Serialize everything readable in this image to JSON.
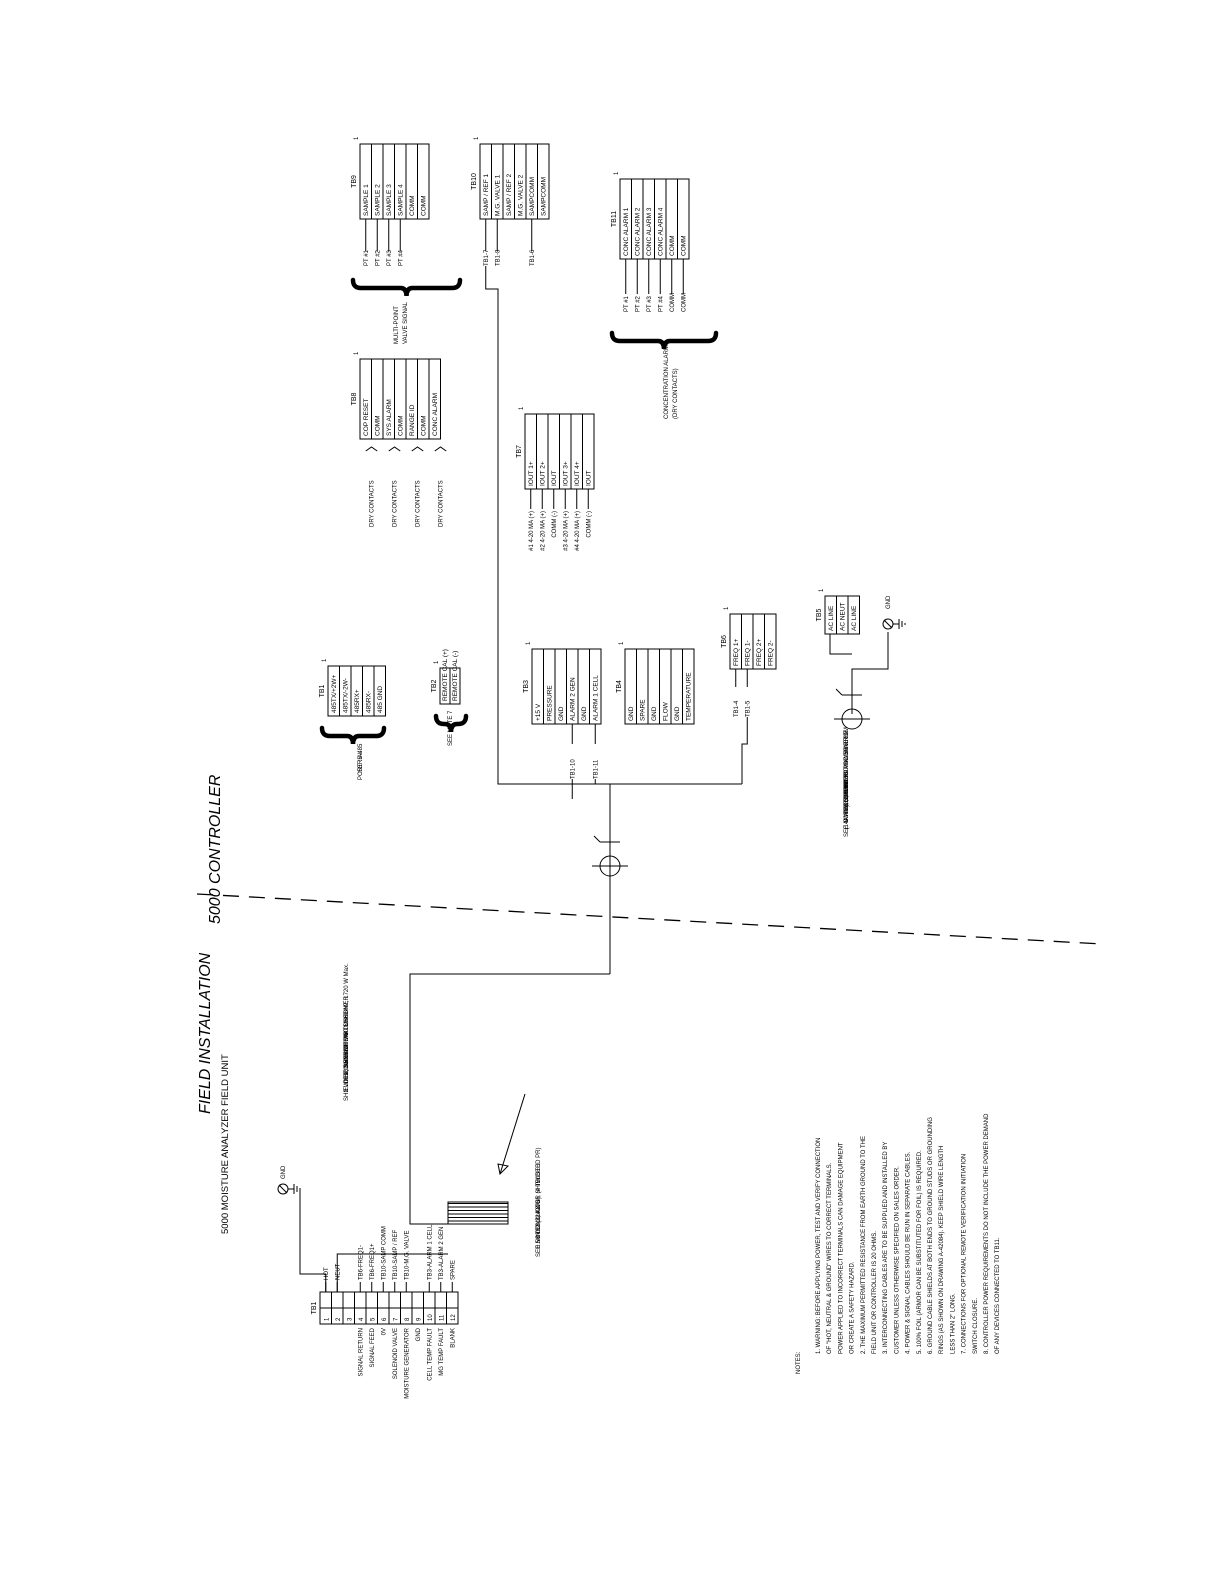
{
  "titles": {
    "controller": "5000 CONTROLLER",
    "field": "FIELD INSTALLATION",
    "field_sub": "5000 MOISTURE ANALYZER FIELD UNIT"
  },
  "tb9": {
    "name": "TB9",
    "mark": "1",
    "rows": [
      "SAMPLE 1",
      "SAMPLE 2",
      "SAMPLE 3",
      "SAMPLE 4",
      "COMM",
      "COMM"
    ],
    "wires": [
      "PT #1",
      "PT #2",
      "PT #3",
      "PT #4"
    ]
  },
  "mpv": {
    "l1": "MULTI-POINT",
    "l2": "VALVE SIGNAL"
  },
  "tb10": {
    "name": "TB10",
    "mark": "1",
    "rows": [
      "SAMP / REF 1",
      "M.G. VALVE 1",
      "SAMP / REF 2",
      "M.G. VALVE 2",
      "SAMPCOMM",
      "SAMPCOMM"
    ],
    "wires": [
      "TB1-7",
      "TB1-8",
      "TB1-6"
    ]
  },
  "tb11": {
    "name": "TB11",
    "mark": "1",
    "rows": [
      "CONC ALARM 1",
      "CONC ALARM 2",
      "CONC ALARM 3",
      "CONC ALARM 4",
      "COMM",
      "COMM"
    ],
    "wires": [
      "PT #1",
      "PT #2",
      "PT #3",
      "PT #4",
      "COMM",
      "COMM"
    ]
  },
  "conc": {
    "l1": "CONCENTRATION ALARMS",
    "l2": "(DRY CONTACTS)"
  },
  "tb8": {
    "name": "TB8",
    "mark": "1",
    "rows": [
      "COP RESET",
      "COMM",
      "SYS ALARM",
      "COMM",
      "RANGE ID",
      "COMM",
      "CONC ALARM"
    ],
    "dry": [
      "DRY CONTACTS",
      "DRY CONTACTS",
      "DRY CONTACTS",
      "DRY CONTACTS"
    ]
  },
  "tb7": {
    "name": "TB7",
    "mark": "1",
    "rows": [
      "IOUT 1+",
      "IOUT 2+",
      "IOUT",
      "IOUT 3+",
      "IOUT 4+",
      "IOUT"
    ],
    "labels": [
      "#1 4-20 MA (+)",
      "#2 4-20 MA (+)",
      "COMM (-)",
      "#3 4-20 MA (+)",
      "#4 4-20 MA (+)",
      "COMM (-)"
    ]
  },
  "tb1c": {
    "name": "TB1",
    "mark": "1",
    "rows": [
      "485TX/+2W+",
      "485TX/-2W-",
      "485RX+",
      "485RX-",
      "485 GND"
    ],
    "l1": "RS-485",
    "l2": "SERIAL",
    "l3": "PORT"
  },
  "tb2": {
    "name": "TB2",
    "mark": "1",
    "rows": [
      "REMOTE CAL (+)",
      "REMOTE CAL (-)"
    ],
    "note": "SEE NOTE 7"
  },
  "tb3": {
    "name": "TB3",
    "mark": "1",
    "rows": [
      "+15 V",
      "PRESSURE",
      "GND",
      "ALARM 2 GEN",
      "GND",
      "ALARM 1 CELL"
    ],
    "wires": [
      "TB1-11",
      "TB1-10"
    ]
  },
  "tb4": {
    "name": "TB4",
    "mark": "1",
    "rows": [
      "GND",
      "SPARE",
      "GND",
      "FLOW",
      "GND",
      "TEMPERATURE"
    ]
  },
  "tb6": {
    "name": "TB6",
    "mark": "1",
    "rows": [
      "FREQ 1+",
      "FREQ 1-",
      "FREQ 2+",
      "FREQ 2-"
    ],
    "wires": [
      "TB1-5",
      "TB1-4"
    ]
  },
  "tb5": {
    "name": "TB5",
    "mark": "1",
    "rows": [
      "AC LINE",
      "AC NEUT",
      "AC LINE"
    ],
    "gnd": "GND"
  },
  "power": [
    "100-240 VAC 50/60 HZ",
    "30 WATTS POWER FROM",
    "CUSTOMER DISCONNECT",
    "SWITCHES",
    "3 WIRE, 3.5 mm2",
    "(14AWG), SHIELDED",
    "SEE NOTES 5, 6 & 8"
  ],
  "tb1f": {
    "name": "TB1",
    "nums": [
      "1",
      "2",
      "3",
      "4",
      "5",
      "6",
      "7",
      "8",
      "9",
      "10",
      "11",
      "12"
    ],
    "right": [
      "HOT",
      "NEUT",
      "",
      "TB6-FREQ1-",
      "TB6-FREQ1+",
      "TB10-SAMP COMM",
      "TB10-SAMP / REF",
      "TB10-M.G. VALVE",
      "",
      "TB3-ALARM 1 CELL",
      "TB3-ALARM 2 GEN",
      "SPARE"
    ],
    "left": [
      "",
      "",
      "",
      "SIGNAL RETURN",
      "SIGNAL FEED",
      "0V",
      "SOLENOID VALVE",
      "MOISTURE GENERATOR",
      "GND",
      "CELL TEMP FAULT",
      "MG TEMP FAULT",
      "BLANK"
    ],
    "gnd": "GND"
  },
  "field_power": [
    "100-240 VAC 50/60 HZ, 1720 W Max.",
    "POWER FROM CUSTOMER",
    "DISCONNECT SWITCHES",
    "3 WIRE, 3.5 mm2",
    "SHIELDED, SEE NOTE 5"
  ],
  "cond": [
    "8 CONDUCTOR (4 TWISTED PR)",
    "0.5 mm2 (22 AWG), SHIELDED",
    "SEE NOTES 3, 4 & 5"
  ],
  "notes": {
    "title": "NOTES:",
    "lines": [
      "1. WARNING: BEFORE APPLYING POWER, TEST AND VERIFY CONNECTION",
      "OF \"HOT, NEUTRAL & GROUND\" WIRES TO CORRECT TERMINALS.",
      "POWER APPLIED TO INCORRECT TERMINALS CAN DAMAGE EQUIPMENT",
      "OR CREATE A SAFETY HAZARD.",
      "2. THE MAXIMUM PERMITTED RESISTANCE FROM EARTH GROUND TO THE",
      "FIELD UNIT OR CONTROLLER IS 20 OHMS.",
      "3. INTERCONNECTING CABLES ARE TO BE SUPPLIED AND INSTALLED BY",
      "CUSTOMER UNLESS OTHERWISE SPECIFIED ON SALES ORDER.",
      "4. POWER & SIGNAL CABLES SHOULD BE RUN IN SEPARATE CABLES.",
      "5. 100% FOIL (ARMOR CAN BE SUBSTITUTED FOR FOIL) IS REQUIRED.",
      "6. GROUND CABLE SHIELDS AT BOTH ENDS TO GROUND STUDS OR GROUNDING",
      "RINGS (AS SHOWN ON DRAWING A-42084). KEEP SHIELD WIRE LENGTH",
      "LESS THAN 2\" LONG.",
      "7. CONNECTIONS FOR OPTIONAL REMOTE VERIFICATION INITIATION",
      "SWITCH CLOSURE.",
      "8. CONTROLLER POWER REQUIREMENTS DO NOT INCLUDE THE POWER DEMAND",
      "OF ANY DEVICES CONNECTED TO TB11."
    ]
  }
}
